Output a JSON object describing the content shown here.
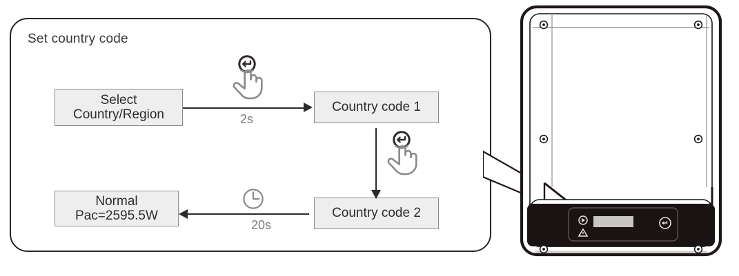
{
  "diagram": {
    "title": "Set country code",
    "type": "flow-diagram",
    "nodes": [
      {
        "id": "select",
        "label_line1": "Select",
        "label_line2": "Country/Region"
      },
      {
        "id": "code1",
        "label_line1": "Country code 1",
        "label_line2": ""
      },
      {
        "id": "code2",
        "label_line1": "Country code 2",
        "label_line2": ""
      },
      {
        "id": "normal",
        "label_line1": "Normal",
        "label_line2": "Pac=2595.5W"
      }
    ],
    "edges": [
      {
        "from": "select",
        "to": "code1",
        "direction": "right",
        "label": "2s",
        "icon": "hand-press-enter-icon"
      },
      {
        "from": "code1",
        "to": "code2",
        "direction": "down",
        "label": "",
        "icon": "hand-press-enter-icon"
      },
      {
        "from": "code2",
        "to": "normal",
        "direction": "left",
        "label": "20s",
        "icon": "clock-icon"
      }
    ],
    "labels": {
      "press_2s": "2s",
      "wait_20s": "20s"
    },
    "colors": {
      "panel_border": "#2b2526",
      "box_fill": "#eeeeee",
      "box_border": "#8b8b8b",
      "text": "#2f2b2c",
      "muted_text": "#7d7d7d",
      "arrow": "#2e2a2b",
      "icon_gray": "#8a8a8a",
      "device_panel": "#1a1313"
    }
  },
  "device": {
    "name": "inverter",
    "description": "Wall-mounted solar inverter front view",
    "control_panel": {
      "lcd_display": "",
      "indicators": [
        {
          "name": "power-run-led-icon"
        },
        {
          "name": "fault-warning-led-icon"
        }
      ],
      "buttons": [
        {
          "name": "enter-button-icon"
        }
      ]
    },
    "callout": {
      "points_to": "lcd-display"
    }
  }
}
